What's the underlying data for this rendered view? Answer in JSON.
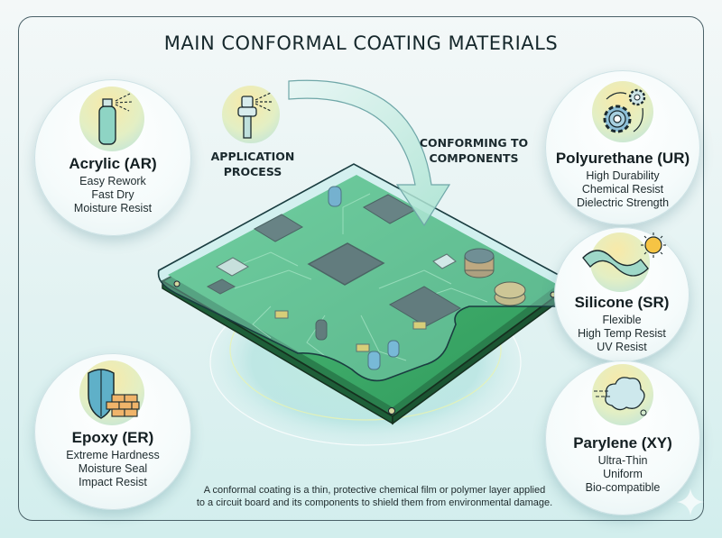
{
  "title": "MAIN CONFORMAL COATING MATERIALS",
  "process_labels": {
    "application": [
      "APPLICATION",
      "PROCESS"
    ],
    "conforming": [
      "CONFORMING TO",
      "COMPONENTS"
    ]
  },
  "materials": [
    {
      "name": "Acrylic (AR)",
      "icon": "spray-can-icon",
      "properties": [
        "Easy Rework",
        "Fast Dry",
        "Moisture Resist"
      ]
    },
    {
      "name": "Epoxy (ER)",
      "icon": "shield-brick-icon",
      "properties": [
        "Extreme Hardness",
        "Moisture Seal",
        "Impact Resist"
      ]
    },
    {
      "name": "Polyurethane (UR)",
      "icon": "gears-icon",
      "properties": [
        "High Durability",
        "Chemical Resist",
        "Dielectric Strength"
      ]
    },
    {
      "name": "Silicone (SR)",
      "icon": "flexible-sheet-sun-icon",
      "properties": [
        "Flexible",
        "High Temp Resist",
        "UV Resist"
      ]
    },
    {
      "name": "Parylene (XY)",
      "icon": "vapor-cloud-icon",
      "properties": [
        "Ultra-Thin",
        "Uniform",
        "Bio-compatible"
      ]
    }
  ],
  "caption": [
    "A conformal coating is a thin, protective chemical film or polymer layer applied",
    "to a circuit board and its components to shield them from environmental damage."
  ],
  "colors": {
    "background": "#dff1f1",
    "frame": "#4a6168",
    "pcb_green": "#3fae6a",
    "coating": "#8fd8d8",
    "title_text": "#16282c"
  }
}
